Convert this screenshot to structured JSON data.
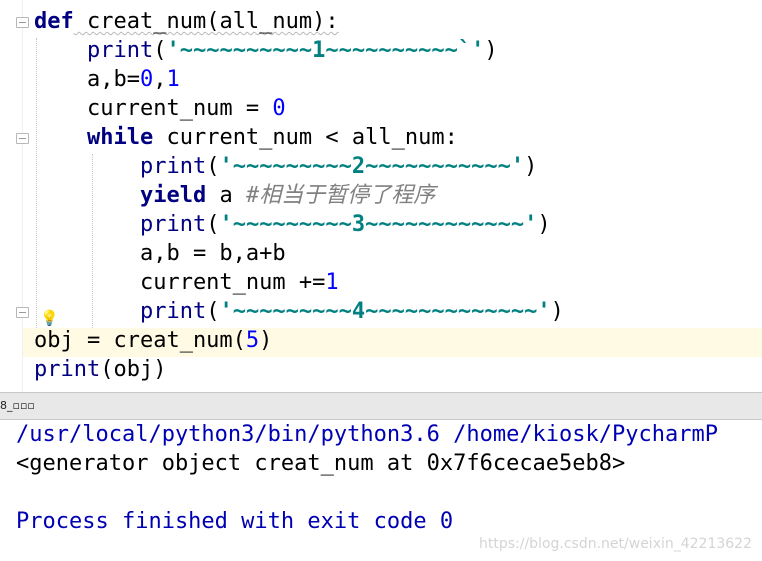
{
  "editor": {
    "lines": [
      {
        "tokens": [
          {
            "t": "def",
            "c": "kw"
          },
          {
            "t": " creat_num(all_num):",
            "c": ""
          }
        ]
      },
      {
        "tokens": [
          {
            "t": "    ",
            "c": ""
          },
          {
            "t": "print",
            "c": "bi"
          },
          {
            "t": "(",
            "c": ""
          },
          {
            "t": "'~~~~~~~~~~1~~~~~~~~~~`'",
            "c": "str"
          },
          {
            "t": ")",
            "c": ""
          }
        ]
      },
      {
        "tokens": [
          {
            "t": "    a,b=",
            "c": ""
          },
          {
            "t": "0",
            "c": "num"
          },
          {
            "t": ",",
            "c": ""
          },
          {
            "t": "1",
            "c": "num"
          }
        ]
      },
      {
        "tokens": [
          {
            "t": "    current_num = ",
            "c": ""
          },
          {
            "t": "0",
            "c": "num"
          }
        ]
      },
      {
        "tokens": [
          {
            "t": "    ",
            "c": ""
          },
          {
            "t": "while",
            "c": "kw"
          },
          {
            "t": " current_num < all_num:",
            "c": ""
          }
        ]
      },
      {
        "tokens": [
          {
            "t": "        ",
            "c": ""
          },
          {
            "t": "print",
            "c": "bi"
          },
          {
            "t": "(",
            "c": ""
          },
          {
            "t": "'~~~~~~~~~2~~~~~~~~~~~'",
            "c": "str"
          },
          {
            "t": ")",
            "c": ""
          }
        ]
      },
      {
        "tokens": [
          {
            "t": "        ",
            "c": ""
          },
          {
            "t": "yield",
            "c": "kw"
          },
          {
            "t": " a ",
            "c": ""
          },
          {
            "t": "#相当于暂停了程序",
            "c": "cm"
          }
        ]
      },
      {
        "tokens": [
          {
            "t": "        ",
            "c": ""
          },
          {
            "t": "print",
            "c": "bi"
          },
          {
            "t": "(",
            "c": ""
          },
          {
            "t": "'~~~~~~~~~3~~~~~~~~~~~~'",
            "c": "str"
          },
          {
            "t": ")",
            "c": ""
          }
        ]
      },
      {
        "tokens": [
          {
            "t": "        a,b = b,a+b",
            "c": ""
          }
        ]
      },
      {
        "tokens": [
          {
            "t": "        current_num +=",
            "c": ""
          },
          {
            "t": "1",
            "c": "num"
          }
        ]
      },
      {
        "tokens": [
          {
            "t": "        ",
            "c": ""
          },
          {
            "t": "print",
            "c": "bi"
          },
          {
            "t": "(",
            "c": ""
          },
          {
            "t": "'~~~~~~~~~4~~~~~~~~~~~~~'",
            "c": "str"
          },
          {
            "t": ")",
            "c": ""
          }
        ]
      },
      {
        "tokens": [
          {
            "t": "obj = creat_num(",
            "c": ""
          },
          {
            "t": "5",
            "c": "num"
          },
          {
            "t": ")",
            "c": ""
          }
        ]
      },
      {
        "tokens": [
          {
            "t": "print",
            "c": "bi"
          },
          {
            "t": "(obj)",
            "c": ""
          }
        ]
      }
    ]
  },
  "run_panel": {
    "tab_label": "8_▫▫▫"
  },
  "console": {
    "lines": [
      {
        "text": "/usr/local/python3/bin/python3.6 /home/kiosk/PycharmP",
        "style": "blue"
      },
      {
        "text": "<generator object creat_num at 0x7f6cecae5eb8>",
        "style": "black"
      },
      {
        "text": "",
        "style": "black"
      },
      {
        "text": "Process finished with exit code 0",
        "style": "blue"
      }
    ]
  },
  "watermark": "https://blog.csdn.net/weixin_42213622"
}
